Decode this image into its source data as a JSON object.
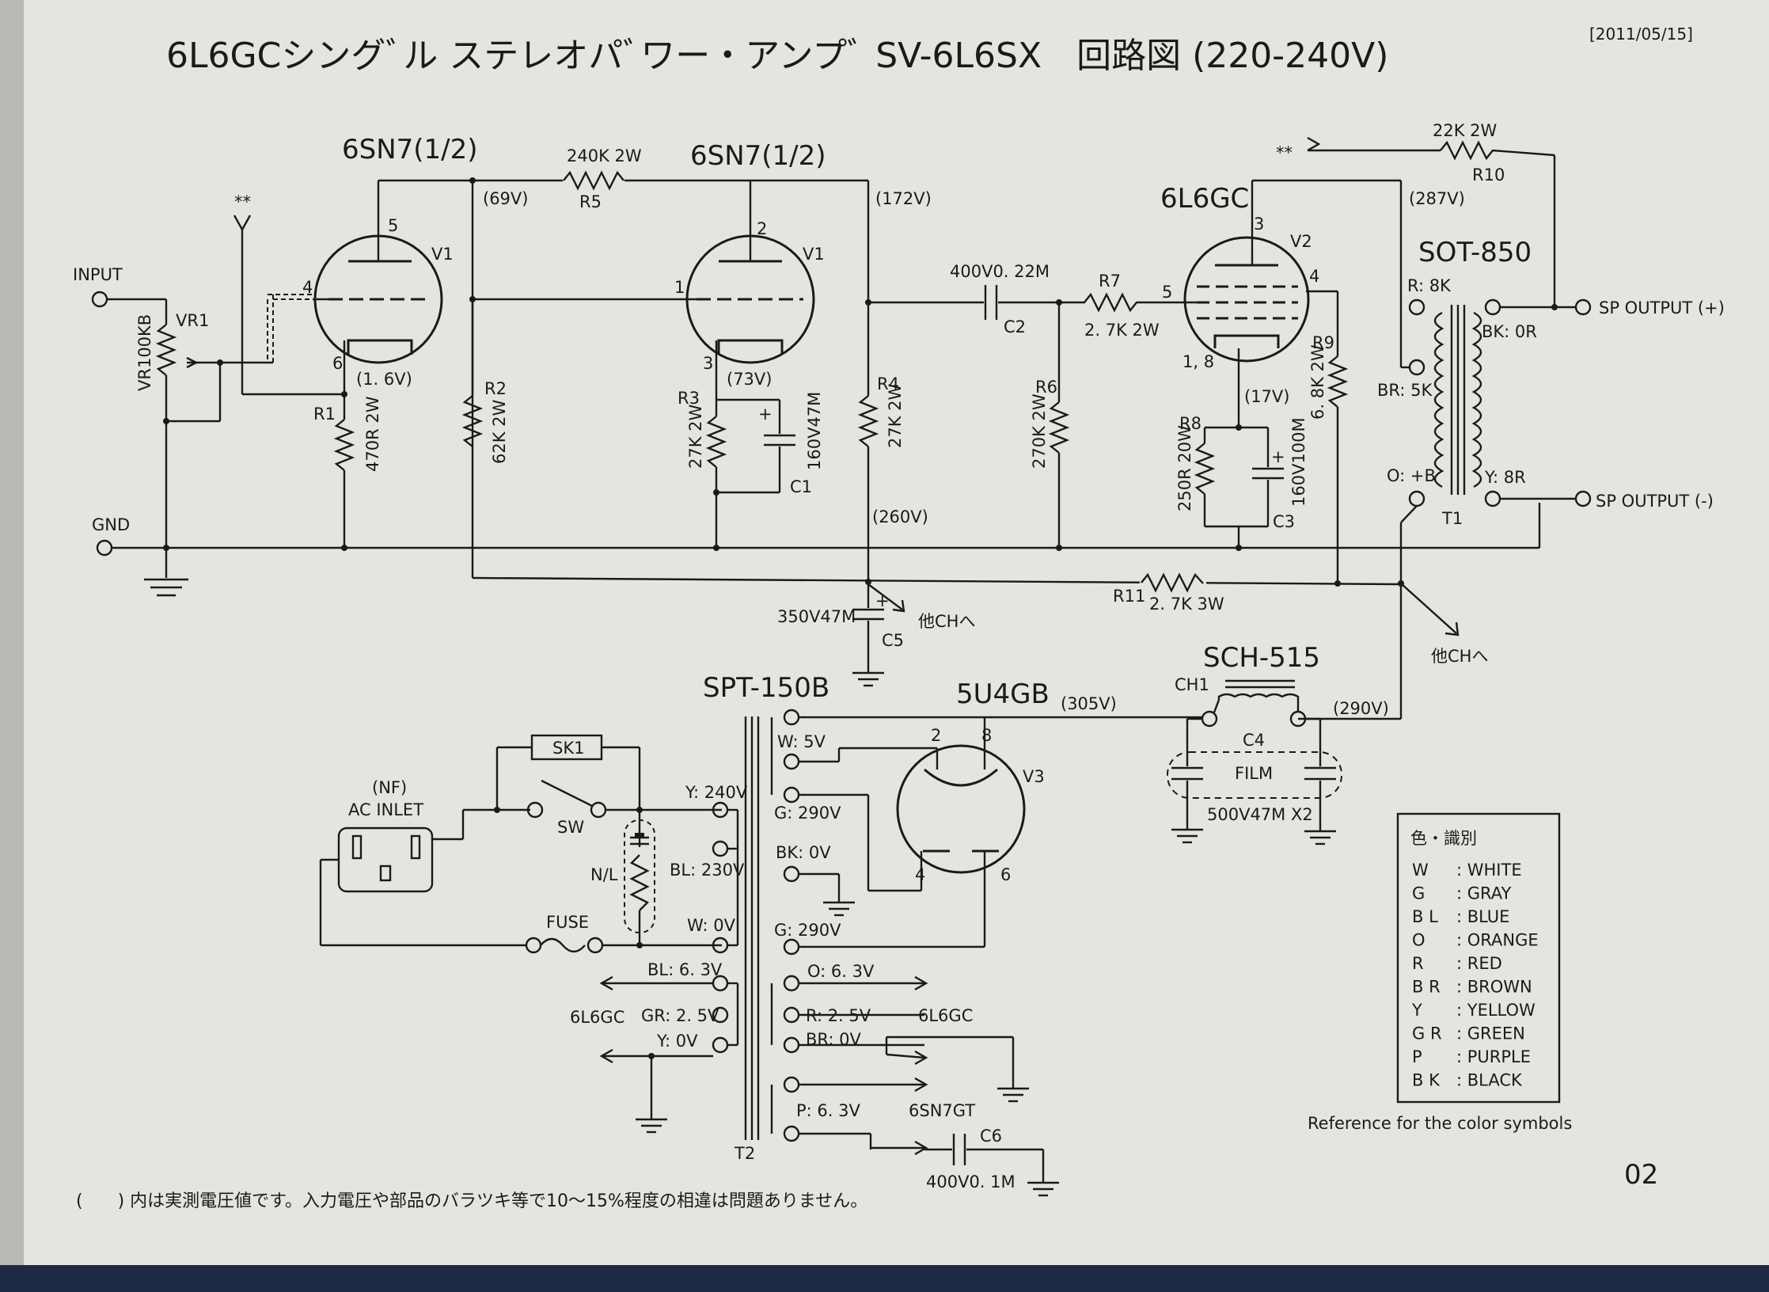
{
  "header": {
    "title": "6L6GCシングﾞル ステレオパﾞワー・アンプﾞ SV-6L6SX　回路図 (220-240V)",
    "date": "[2011/05/15]",
    "page_no": "02"
  },
  "tubes": {
    "v1a_type": "6SN7(1/2)",
    "v1b_type": "6SN7(1/2)",
    "v1a_ref": "V1",
    "v1b_ref": "V1",
    "v2_type": "6L6GC",
    "v2_ref": "V2",
    "v3_type": "5U4GB",
    "v3_ref": "V3",
    "pin5": "5",
    "pin4": "4",
    "pin6": "6",
    "pin2": "2",
    "pin1": "1",
    "pin3": "3",
    "v2_pin3": "3",
    "v2_pin4": "4",
    "v2_pin5": "5",
    "v2_pin18": "1, 8",
    "v3_pin2": "2",
    "v3_pin8": "8",
    "v3_pin4": "4",
    "v3_pin6": "6"
  },
  "voltages": {
    "v69": "(69V)",
    "v172": "(172V)",
    "v287": "(287V)",
    "v1_6": "(1. 6V)",
    "v73": "(73V)",
    "v17": "(17V)",
    "v260": "(260V)",
    "v305": "(305V)",
    "v290": "(290V)"
  },
  "labels": {
    "input": "INPUT",
    "gnd": "GND",
    "vr1": "VR1",
    "vr1_val": "VR100KB",
    "star": "**",
    "star2": "**",
    "r1": "R1",
    "r1_val": "470R 2W",
    "r2": "R2",
    "r2_val": "62K 2W",
    "r3": "R3",
    "r3_val": "27K 2W",
    "r4": "R4",
    "r4_val": "27K 2W",
    "r5": "R5",
    "r5_val": "240K 2W",
    "r6": "R6",
    "r6_val": "270K 2W",
    "r7": "R7",
    "r7_val": "2. 7K 2W",
    "r8": "R8",
    "r8_val": "250R 20W",
    "r9": "R9",
    "r9_val": "6. 8K 2W",
    "r10": "R10",
    "r10_val": "22K 2W",
    "r11": "R11",
    "r11_val": "2. 7K 3W",
    "c1": "C1",
    "c1_val": "160V47M",
    "c2": "C2",
    "c2_val": "400V0. 22M",
    "c3": "C3",
    "c3_val": "160V100M",
    "c4": "C4",
    "c4_film": "FILM",
    "c4_val": "500V47M X2",
    "c5": "C5",
    "c5_val": "350V47M",
    "c6": "C6",
    "c6_val": "400V0. 1M",
    "other_ch": "他CHへ",
    "other_ch2": "他CHへ",
    "out_tr": "SOT-850",
    "t1": "T1",
    "r8k": "R: 8K",
    "br5k": "BR: 5K",
    "ob": "O: +B",
    "bk0r": "BK: 0R",
    "y8r": "Y: 8R",
    "sp_pos": "SP OUTPUT (+)",
    "sp_neg": "SP OUTPUT (-)",
    "choke": "SCH-515",
    "ch1": "CH1",
    "ptr": "SPT-150B",
    "t2": "T2",
    "nf": "(NF)",
    "ac_inlet": "AC INLET",
    "sk1": "SK1",
    "sw": "SW",
    "nl": "N/L",
    "fuse": "FUSE",
    "y240": "Y: 240V",
    "bl230": "BL: 230V",
    "w0": "W: 0V",
    "w5": "W: 5V",
    "g290a": "G: 290V",
    "bk0v": "BK: 0V",
    "g290b": "G: 290V",
    "o63": "O: 6. 3V",
    "r25": "R: 2. 5V",
    "br0": "BR: 0V",
    "p63": "P: 6. 3V",
    "bl63": "BL: 6. 3V",
    "gr25": "GR: 2. 5V",
    "y0": "Y: 0V",
    "l6l6a": "6L6GC",
    "l6l6b": "6L6GC",
    "l6sn7": "6SN7GT"
  },
  "legend": {
    "title": "色・識別",
    "items": [
      {
        "code": "W",
        "name": ": WHITE"
      },
      {
        "code": "G",
        "name": ": GRAY"
      },
      {
        "code": "B L",
        "name": ": BLUE"
      },
      {
        "code": "O",
        "name": ": ORANGE"
      },
      {
        "code": "R",
        "name": ": RED"
      },
      {
        "code": "B R",
        "name": ": BROWN"
      },
      {
        "code": "Y",
        "name": ": YELLOW"
      },
      {
        "code": "G R",
        "name": ": GREEN"
      },
      {
        "code": "P",
        "name": ": PURPLE"
      },
      {
        "code": "B K",
        "name": ": BLACK"
      }
    ],
    "caption": "Reference for the color symbols"
  },
  "footnote": "(　　) 内は実測電圧値です。入力電圧や部品のバラツキ等で10～15%程度の相違は問題ありません。",
  "colors": {
    "paper": "#e4e4e0",
    "ink": "#1a1a1a",
    "background": "#1e2a44"
  }
}
